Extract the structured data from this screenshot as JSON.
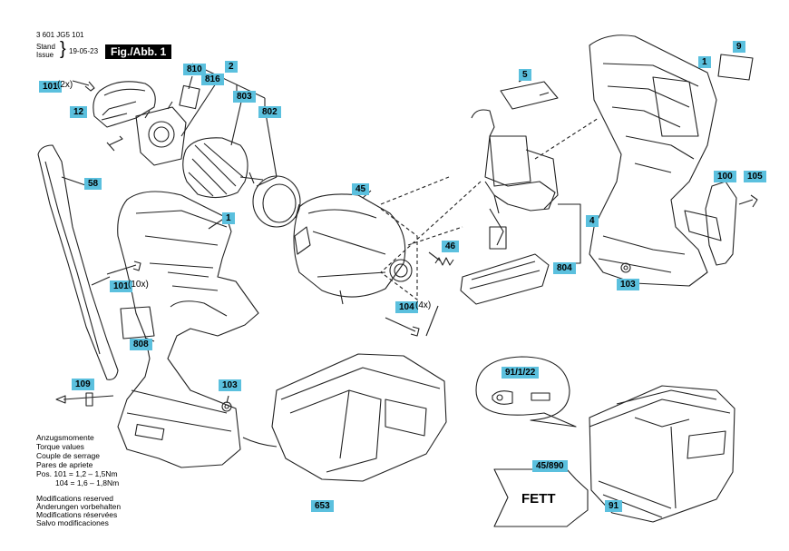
{
  "header": {
    "doc_number": "3 601 JG5 101",
    "stand": "Stand",
    "issue": "Issue",
    "date": "19-05-23",
    "fig_label": "Fig./Abb. 1"
  },
  "callouts": {
    "c101a": "101",
    "c101a_suffix": "(2x)",
    "c12": "12",
    "c810": "810",
    "c816": "816",
    "c2": "2",
    "c803": "803",
    "c802": "802",
    "c58": "58",
    "c1a": "1",
    "c101b": "101",
    "c101b_suffix": "(10x)",
    "c808": "808",
    "c109": "109",
    "c103a": "103",
    "c45": "45",
    "c46": "46",
    "c104": "104",
    "c104_suffix": "(4x)",
    "c5": "5",
    "c4": "4",
    "c804": "804",
    "c1b": "1",
    "c9": "9",
    "c100": "100",
    "c105": "105",
    "c103b": "103",
    "c653": "653",
    "c91_1_22": "91/1/22",
    "c45_890": "45/890",
    "c91": "91"
  },
  "grease_label": "FETT",
  "torque_notes": [
    "Anzugsmomente",
    "Torque values",
    "Couple de serrage",
    "Pares de apriete",
    "Pos. 101  = 1,2 – 1,5Nm",
    "104 = 1,6 – 1,8Nm"
  ],
  "modification_notes": [
    "Modifications reserved",
    "Änderungen vorbehalten",
    "Modifications réservées",
    "Salvo modificaciones"
  ],
  "colors": {
    "callout_bg": "#5bc0de",
    "fig_bg": "#000000",
    "line": "#222222"
  }
}
